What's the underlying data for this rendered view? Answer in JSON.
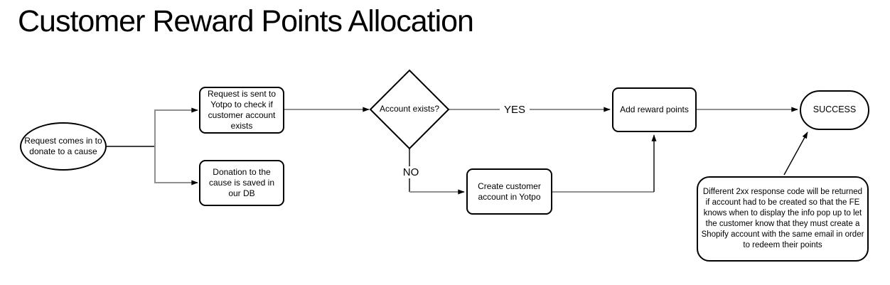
{
  "title": "Customer Reward Points Allocation",
  "diagram": {
    "nodes": [
      {
        "id": "start",
        "type": "ellipse",
        "label": "Request comes in to donate to a cause"
      },
      {
        "id": "check-yotpo",
        "type": "process",
        "label": "Request is sent to Yotpo to check if customer account exists"
      },
      {
        "id": "save-donation",
        "type": "process",
        "label": "Donation to the cause is saved in our DB"
      },
      {
        "id": "account-exists",
        "type": "decision",
        "label": "Account exists?"
      },
      {
        "id": "add-points",
        "type": "process",
        "label": "Add reward points"
      },
      {
        "id": "create-account",
        "type": "process",
        "label": "Create customer account in Yotpo"
      },
      {
        "id": "success",
        "type": "terminator",
        "label": "SUCCESS"
      },
      {
        "id": "note",
        "type": "annotation",
        "label": "Different 2xx response code will be returned if account had to be created so that the FE knows when to display the info pop up to let the customer know that they must create a Shopify account with the same email in order to redeem their points"
      }
    ],
    "edge_labels": {
      "yes": "YES",
      "no": "NO"
    },
    "edges": [
      {
        "from": "start",
        "to": "check-yotpo",
        "label": ""
      },
      {
        "from": "start",
        "to": "save-donation",
        "label": ""
      },
      {
        "from": "check-yotpo",
        "to": "account-exists",
        "label": ""
      },
      {
        "from": "account-exists",
        "to": "add-points",
        "label": "YES"
      },
      {
        "from": "account-exists",
        "to": "create-account",
        "label": "NO"
      },
      {
        "from": "create-account",
        "to": "add-points",
        "label": ""
      },
      {
        "from": "add-points",
        "to": "success",
        "label": ""
      },
      {
        "from": "note",
        "to": "success",
        "label": ""
      }
    ],
    "colors": {
      "shape_border": "#000000",
      "shape_fill": "#ffffff",
      "connector": "#909090",
      "thin_connector": "#000000",
      "arrow": "#000000",
      "text": "#000000"
    }
  }
}
